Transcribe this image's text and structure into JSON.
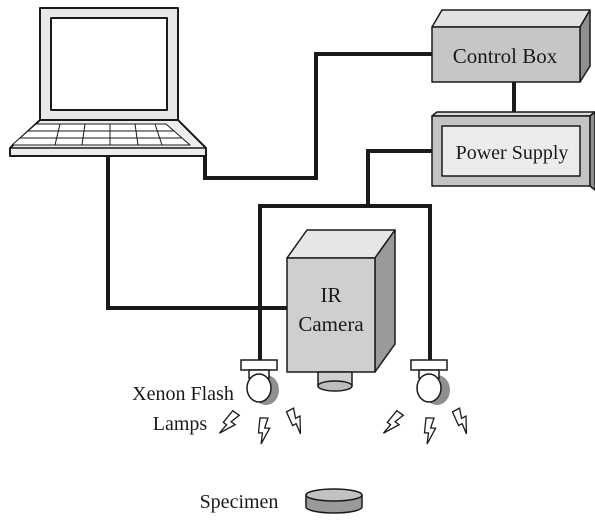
{
  "diagram": {
    "labels": {
      "control_box": "Control Box",
      "power_supply": "Power Supply",
      "camera_line1": "IR",
      "camera_line2": "Camera",
      "lamps_line1": "Xenon Flash",
      "lamps_line2": "Lamps",
      "specimen": "Specimen"
    },
    "icons": {
      "laptop": "laptop-icon",
      "lamp": "flash-lamp-icon",
      "flash": "lightning-bolt-icon",
      "specimen": "disk-icon"
    },
    "colors": {
      "box_light": "#e6e6e6",
      "box_mid": "#c9c9c9",
      "box_dark": "#9a9a9a",
      "cable": "#1a1a1a"
    }
  }
}
